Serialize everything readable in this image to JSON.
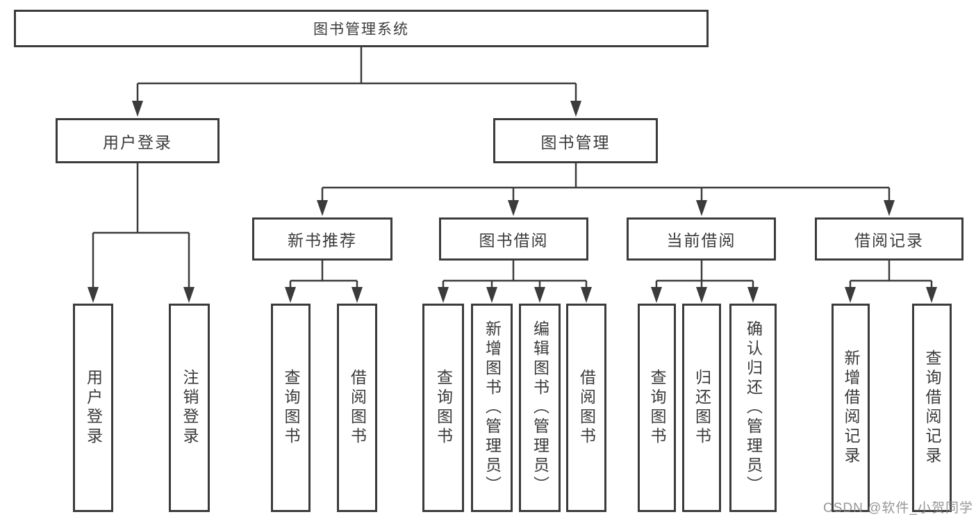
{
  "colors": {
    "line": "#3b3b3b",
    "text": "#3a3a3a",
    "background": "#ffffff",
    "watermark_text": "#888888"
  },
  "watermark": "CSDN @软件_小贺同学",
  "diagram": {
    "type": "hierarchy-tree",
    "root": {
      "label": "图书管理系统"
    },
    "children": [
      {
        "label": "用户登录",
        "children": [
          {
            "label": "用户登录"
          },
          {
            "label": "注销登录"
          }
        ]
      },
      {
        "label": "图书管理",
        "children": [
          {
            "label": "新书推荐",
            "children": [
              {
                "label": "查询图书"
              },
              {
                "label": "借阅图书"
              }
            ]
          },
          {
            "label": "图书借阅",
            "children": [
              {
                "label": "查询图书"
              },
              {
                "label": "新增图书（管理员）"
              },
              {
                "label": "编辑图书（管理员）"
              },
              {
                "label": "借阅图书"
              }
            ]
          },
          {
            "label": "当前借阅",
            "children": [
              {
                "label": "查询图书"
              },
              {
                "label": "归还图书"
              },
              {
                "label": "确认归还（管理员）"
              }
            ]
          },
          {
            "label": "借阅记录",
            "children": [
              {
                "label": "新增借阅记录"
              },
              {
                "label": "查询借阅记录"
              }
            ]
          }
        ]
      }
    ]
  }
}
